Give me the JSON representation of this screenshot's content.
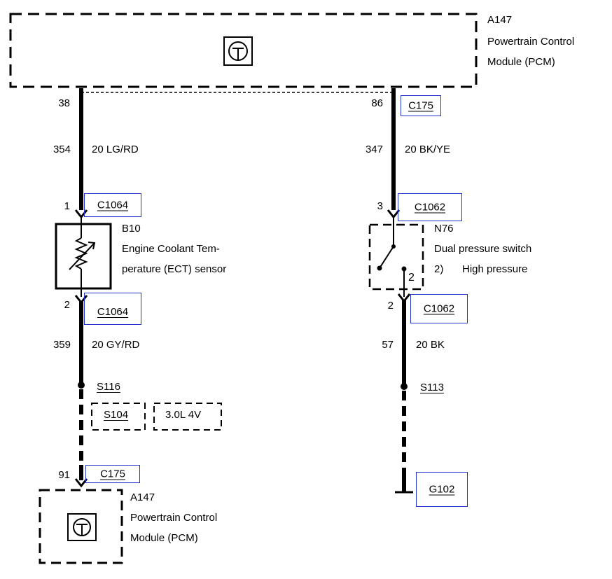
{
  "modules": {
    "top": {
      "id": "A147",
      "name_line1": "Powertrain Control",
      "name_line2": "Module (PCM)"
    },
    "bottom": {
      "id": "A147",
      "name_line1": "Powertrain Control",
      "name_line2": "Module (PCM)"
    }
  },
  "left_circuit": {
    "pcm_pin_top": "38",
    "wire1_number": "354",
    "wire1_spec": "20 LG/RD",
    "sensor_pin1": "1",
    "connector1": "C1064",
    "sensor": {
      "id": "B10",
      "name_line1": "Engine Coolant Tem-",
      "name_line2": "perature (ECT) sensor"
    },
    "sensor_pin2": "2",
    "connector2": "C1064",
    "wire2_number": "359",
    "wire2_spec": "20 GY/RD",
    "splice_main": "S116",
    "splice_alt": "S104",
    "variant": "3.0L 4V",
    "pcm_pin_bottom": "91",
    "connector_bottom": "C175"
  },
  "right_circuit": {
    "pcm_pin": "86",
    "connector_top": "C175",
    "wire1_number": "347",
    "wire1_spec": "20 BK/YE",
    "switch_pin1": "3",
    "connector1": "C1062",
    "switch": {
      "id": "N76",
      "name_line1": "Dual pressure switch",
      "note_number": "2)",
      "note_text": "High pressure"
    },
    "switch_inner_pin": "2",
    "switch_pin2": "2",
    "connector2": "C1062",
    "wire2_number": "57",
    "wire2_spec": "20 BK",
    "splice": "S113",
    "ground": "G102"
  },
  "colors": {
    "wire": "#000000",
    "connector_box": "#2233cc",
    "background": "#ffffff"
  },
  "icons": [
    "ecu-icon",
    "thermistor-icon",
    "switch-icon",
    "ground-icon"
  ]
}
